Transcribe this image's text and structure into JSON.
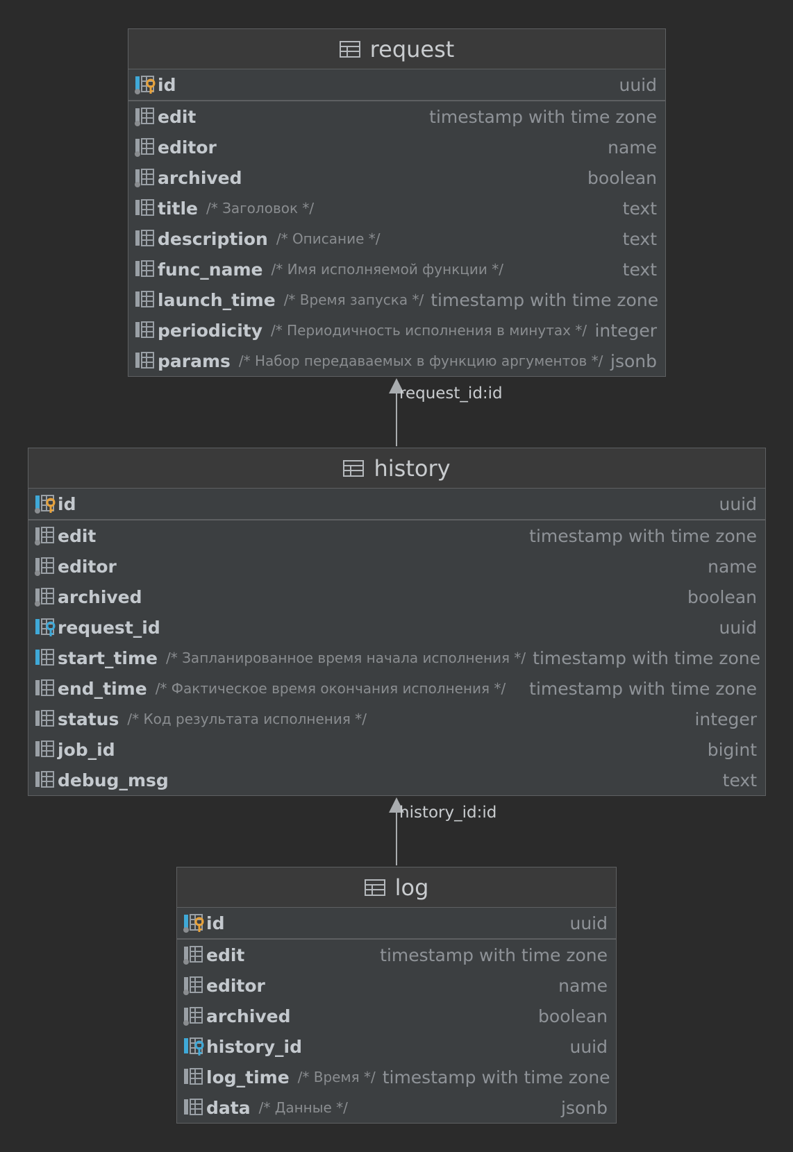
{
  "tables": [
    {
      "name": "request",
      "columns": [
        {
          "name": "id",
          "type": "uuid",
          "comment": "",
          "icon": "primary-key-icon"
        },
        {
          "name": "edit",
          "type": "timestamp with time zone",
          "comment": "",
          "icon": "inherited-column-icon"
        },
        {
          "name": "editor",
          "type": "name",
          "comment": "",
          "icon": "inherited-column-icon"
        },
        {
          "name": "archived",
          "type": "boolean",
          "comment": "",
          "icon": "inherited-column-icon"
        },
        {
          "name": "title",
          "type": "text",
          "comment": "/* Заголовок */",
          "icon": "column-icon"
        },
        {
          "name": "description",
          "type": "text",
          "comment": "/* Описание */",
          "icon": "column-icon"
        },
        {
          "name": "func_name",
          "type": "text",
          "comment": "/* Имя исполняемой функции */",
          "icon": "column-icon"
        },
        {
          "name": "launch_time",
          "type": "timestamp with time zone",
          "comment": "/* Время запуска */",
          "icon": "column-icon"
        },
        {
          "name": "periodicity",
          "type": "integer",
          "comment": "/* Периодичность исполнения в минутах */",
          "icon": "column-icon"
        },
        {
          "name": "params",
          "type": "jsonb",
          "comment": "/* Набор передаваемых в функцию аргументов */",
          "icon": "column-icon"
        }
      ]
    },
    {
      "name": "history",
      "columns": [
        {
          "name": "id",
          "type": "uuid",
          "comment": "",
          "icon": "primary-key-icon"
        },
        {
          "name": "edit",
          "type": "timestamp with time zone",
          "comment": "",
          "icon": "inherited-column-icon"
        },
        {
          "name": "editor",
          "type": "name",
          "comment": "",
          "icon": "inherited-column-icon"
        },
        {
          "name": "archived",
          "type": "boolean",
          "comment": "",
          "icon": "inherited-column-icon"
        },
        {
          "name": "request_id",
          "type": "uuid",
          "comment": "",
          "icon": "foreign-key-icon"
        },
        {
          "name": "start_time",
          "type": "timestamp with time zone",
          "comment": "/* Запланированное время начала исполнения */",
          "icon": "indexed-column-icon"
        },
        {
          "name": "end_time",
          "type": "timestamp with time zone",
          "comment": "/* Фактическое время окончания исполнения */",
          "icon": "column-icon"
        },
        {
          "name": "status",
          "type": "integer",
          "comment": "/* Код результата исполнения */",
          "icon": "column-icon"
        },
        {
          "name": "job_id",
          "type": "bigint",
          "comment": "",
          "icon": "column-icon"
        },
        {
          "name": "debug_msg",
          "type": "text",
          "comment": "",
          "icon": "column-icon"
        }
      ]
    },
    {
      "name": "log",
      "columns": [
        {
          "name": "id",
          "type": "uuid",
          "comment": "",
          "icon": "primary-key-icon"
        },
        {
          "name": "edit",
          "type": "timestamp with time zone",
          "comment": "",
          "icon": "inherited-column-icon"
        },
        {
          "name": "editor",
          "type": "name",
          "comment": "",
          "icon": "inherited-column-icon"
        },
        {
          "name": "archived",
          "type": "boolean",
          "comment": "",
          "icon": "inherited-column-icon"
        },
        {
          "name": "history_id",
          "type": "uuid",
          "comment": "",
          "icon": "foreign-key-icon"
        },
        {
          "name": "log_time",
          "type": "timestamp with time zone",
          "comment": "/* Время */",
          "icon": "column-icon"
        },
        {
          "name": "data",
          "type": "jsonb",
          "comment": "/* Данные */",
          "icon": "column-icon"
        }
      ]
    }
  ],
  "relations": [
    {
      "label": "request_id:id",
      "from": "history",
      "to": "request"
    },
    {
      "label": "history_id:id",
      "from": "log",
      "to": "history"
    }
  ],
  "colors": {
    "background": "#2b2b2b",
    "table_body": "#3c3f41",
    "border": "#5e6062",
    "key_gold": "#e8a23a",
    "key_blue": "#3fa9d8",
    "icon_gray": "#9aa0a6"
  }
}
